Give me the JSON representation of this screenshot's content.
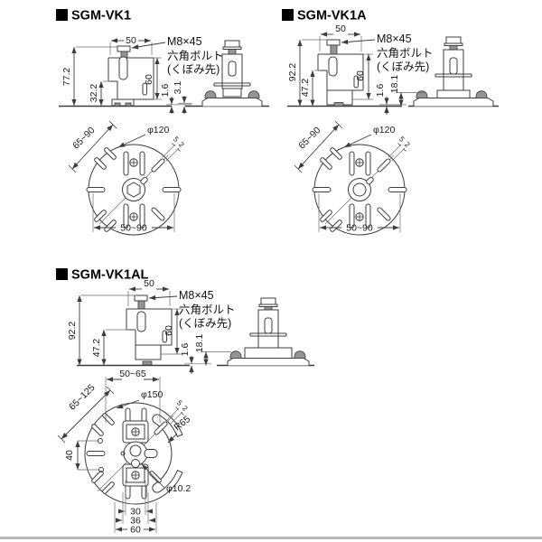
{
  "page": {
    "background": "#ffffff",
    "line_color": "#3c3c3c",
    "divider_color": "#b8b8b8"
  },
  "panels": {
    "vk1": {
      "title": "SGM-VK1",
      "bolt_label": {
        "l1": "M8×45",
        "l2": "六角ボルト",
        "l3": "(くぼみ先)"
      },
      "side": {
        "top_width": "50",
        "total_height": "77.2",
        "lower_height": "32.2",
        "body_height": "60",
        "plate_thickness": "1.6",
        "clip_height": "3.1"
      },
      "plan": {
        "diameter": "φ120",
        "diagonal_range": "65~90",
        "width_range": "50~90",
        "slot_dim_a": "5",
        "slot_dim_b": "2"
      }
    },
    "vk1a": {
      "title": "SGM-VK1A",
      "bolt_label": {
        "l1": "M8×45",
        "l2": "六角ボルト",
        "l3": "(くぼみ先)"
      },
      "side": {
        "top_width": "50",
        "total_height": "92.2",
        "lower_height": "47.2",
        "body_height": "60",
        "plate_thickness": "1.6",
        "base_height": "18.1"
      },
      "plan": {
        "diameter": "φ120",
        "diagonal_range": "65~90",
        "width_range": "50~90",
        "slot_dim_a": "5",
        "slot_dim_b": "2"
      }
    },
    "vk1al": {
      "title": "SGM-VK1AL",
      "bolt_label": {
        "l1": "M8×45",
        "l2": "六角ボルト",
        "l3": "(くぼみ先)"
      },
      "side": {
        "top_width": "50",
        "total_height": "92.2",
        "lower_height": "47.2",
        "body_height": "60",
        "plate_thickness": "1.6",
        "base_height": "18.1"
      },
      "plan": {
        "diameter": "φ150",
        "top_range": "50~65",
        "diagonal_range": "65~125",
        "hole_spacing": "40",
        "cut_radius": "R65",
        "hole_diameter": "φ10.2",
        "dim_30": "30",
        "dim_36": "36",
        "dim_60": "60",
        "slot_dim_a": "5",
        "slot_dim_b": "2"
      }
    }
  }
}
